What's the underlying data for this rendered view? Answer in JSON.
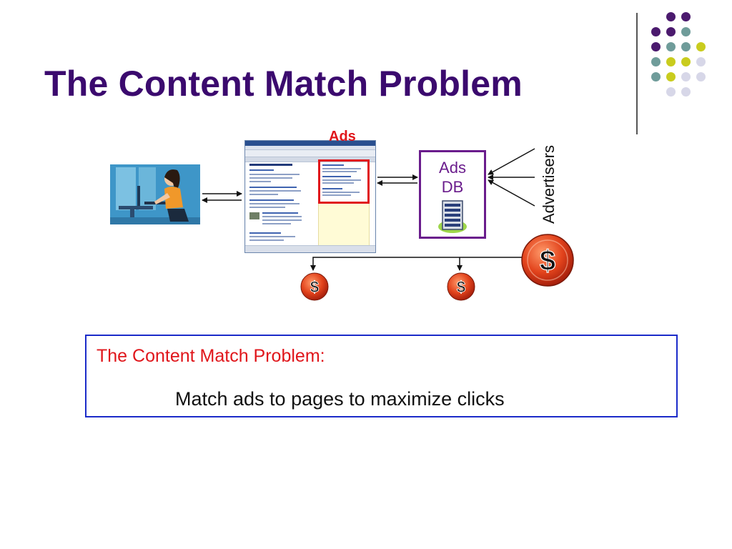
{
  "slide": {
    "title": "The Content Match Problem"
  },
  "diagram": {
    "ads_label": "Ads",
    "db_line1": "Ads",
    "db_line2": "DB",
    "advertisers_label": "Advertisers",
    "dollar_symbol": "$"
  },
  "box": {
    "heading": "The Content Match Problem:",
    "subtext": "Match ads to pages to maximize clicks"
  },
  "colors": {
    "title": "#3b0a6e",
    "accent_red": "#e0161b",
    "db_border": "#6a1c8c",
    "box_border": "#1b2bc9",
    "dot_purple": "#4b1a6e",
    "dot_teal": "#6f9c9a",
    "dot_yellow": "#c9cc1e",
    "dot_lavender": "#d7d7e8"
  }
}
